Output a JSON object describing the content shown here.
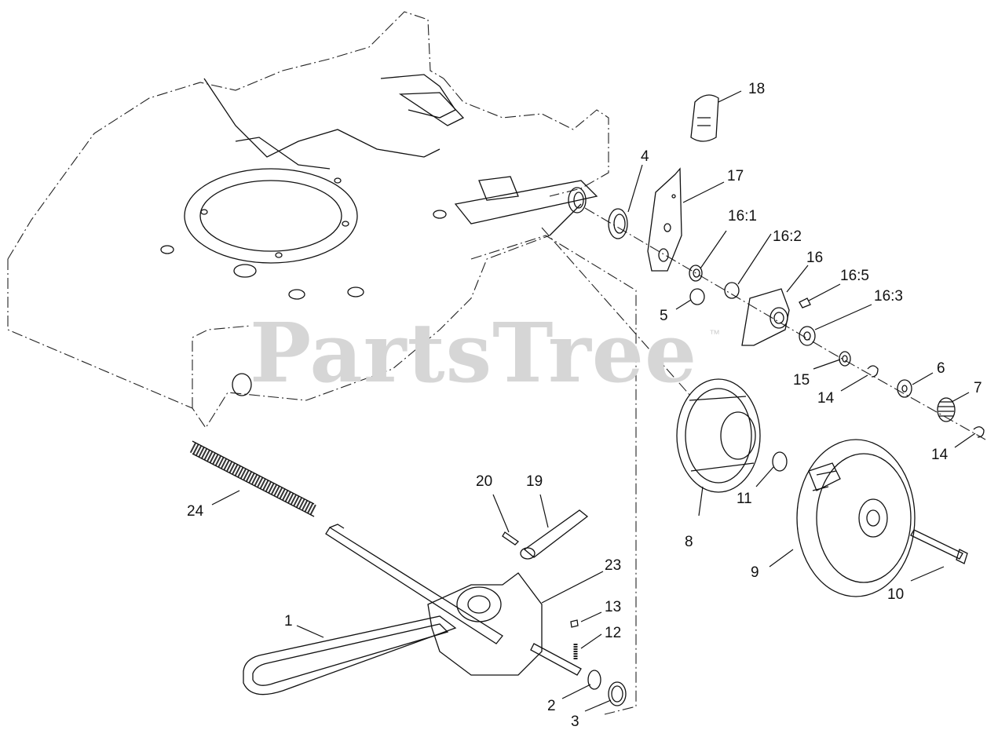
{
  "watermark": {
    "text": "PartsTree",
    "tm": "™"
  },
  "callouts": {
    "c1": "1",
    "c2": "2",
    "c3": "3",
    "c4": "4",
    "c5": "5",
    "c6": "6",
    "c7": "7",
    "c8": "8",
    "c9": "9",
    "c10": "10",
    "c11": "11",
    "c12": "12",
    "c13": "13",
    "c14a": "14",
    "c14b": "14",
    "c15": "15",
    "c16": "16",
    "c16_1": "16:1",
    "c16_2": "16:2",
    "c16_3": "16:3",
    "c16_5": "16:5",
    "c17": "17",
    "c18": "18",
    "c19": "19",
    "c20": "20",
    "c23": "23",
    "c24": "24"
  }
}
